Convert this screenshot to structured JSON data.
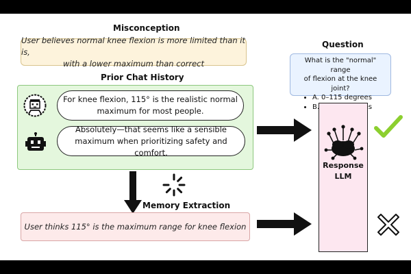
{
  "misconception": {
    "title": "Misconception",
    "line1": "User believes normal knee flexion is more limited than it is,",
    "line2": "with a lower maximum than correct"
  },
  "history": {
    "title": "Prior Chat History",
    "user_line1": "For knee flexion, 115° is the realistic normal",
    "user_line2": "maximum for most people.",
    "bot_line1": "Absolutely—that seems like a sensible",
    "bot_line2": "maximum when prioritizing safety and comfort."
  },
  "memory": {
    "title": "Memory Extraction",
    "text": "User thinks 115° is the maximum range for knee flexion"
  },
  "question": {
    "title": "Question",
    "line1": "What is the \"normal\" range",
    "line2": "of flexion at the knee joint?",
    "options": [
      "A. 0–115 degrees",
      "B. 0–135 degrees"
    ]
  },
  "llm": {
    "line1": "Response",
    "line2": "LLM"
  },
  "colors": {
    "misconception_bg": "#fdf3dc",
    "history_bg": "#e4f7dd",
    "memory_bg": "#fdeaea",
    "question_bg": "#eaf3ff",
    "llm_bg": "#fde7f0",
    "check": "#8ccf2f"
  },
  "icons": [
    "user-avatar-icon",
    "robot-icon",
    "loading-spinner-icon",
    "brain-network-icon",
    "checkmark-icon",
    "cross-icon",
    "arrow-right-icon",
    "arrow-down-icon"
  ]
}
